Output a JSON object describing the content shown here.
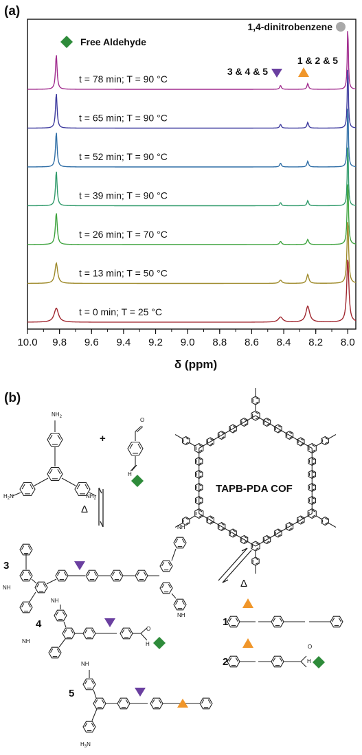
{
  "panel_a": {
    "label": "(a)",
    "annotations": {
      "free_aldehyde": "Free Aldehyde",
      "dinitrobenzene": "1,4-dinitrobenzene",
      "peak_345": "3 & 4 & 5",
      "peak_125": "1 & 2 & 5"
    },
    "marker_colors": {
      "aldehyde": "#2e8b3a",
      "imine_345": "#6a3fa0",
      "imine_125": "#f0962a",
      "standard": "#a9a9a9"
    }
  },
  "chart_data": {
    "type": "line",
    "xlabel": "δ (ppm)",
    "ylabel": "",
    "xlim": [
      10.0,
      7.95
    ],
    "x_reversed": true,
    "x_ticks": [
      "10.0",
      "9.8",
      "9.6",
      "9.4",
      "9.2",
      "9.0",
      "8.8",
      "8.6",
      "8.4",
      "8.2",
      "8.0"
    ],
    "grid": false,
    "peaks_ppm": {
      "aldehyde": 9.82,
      "imine_345": 8.42,
      "imine_125": 8.25,
      "standard": 8.0
    },
    "series": [
      {
        "name": "t = 78 min; T = 90 °C",
        "color": "#a12c8e",
        "peak_heights": [
          0.55,
          0.06,
          0.09,
          1.0
        ],
        "peak_widths": [
          0.006,
          0.006,
          0.006,
          0.004
        ]
      },
      {
        "name": "t = 65 min; T = 90 °C",
        "color": "#3d3a9e",
        "peak_heights": [
          0.55,
          0.06,
          0.09,
          1.0
        ],
        "peak_widths": [
          0.006,
          0.006,
          0.006,
          0.004
        ]
      },
      {
        "name": "t = 52 min; T = 90 °C",
        "color": "#2f6ea6",
        "peak_heights": [
          0.55,
          0.06,
          0.09,
          1.0
        ],
        "peak_widths": [
          0.006,
          0.006,
          0.006,
          0.004
        ]
      },
      {
        "name": "t = 39 min; T = 90 °C",
        "color": "#2f9a6a",
        "peak_heights": [
          0.55,
          0.05,
          0.08,
          1.0
        ],
        "peak_widths": [
          0.006,
          0.006,
          0.006,
          0.004
        ]
      },
      {
        "name": "t = 26 min; T = 70 °C",
        "color": "#3ea33e",
        "peak_heights": [
          0.5,
          0.05,
          0.08,
          1.0
        ],
        "peak_widths": [
          0.007,
          0.007,
          0.007,
          0.005
        ]
      },
      {
        "name": "t = 13 min; T = 50 °C",
        "color": "#9e8a2a",
        "peak_heights": [
          0.32,
          0.05,
          0.14,
          1.0
        ],
        "peak_widths": [
          0.01,
          0.01,
          0.008,
          0.006
        ]
      },
      {
        "name": "t = 0 min; T = 25 °C",
        "color": "#a0262e",
        "peak_heights": [
          0.22,
          0.08,
          0.25,
          1.0
        ],
        "peak_widths": [
          0.016,
          0.016,
          0.014,
          0.008
        ]
      }
    ]
  },
  "panel_b": {
    "label": "(b)",
    "cof_label": "TAPB-PDA COF",
    "heat_symbol": "Δ",
    "plus": "+",
    "nh2": "NH",
    "nh2_sub": "2",
    "h2n": "H",
    "h2n_sub": "2",
    "h2n_n": "N",
    "h3n": "H",
    "h3n_sub": "3",
    "o": "O",
    "h": "H",
    "n": "N",
    "compounds": [
      "1",
      "2",
      "3",
      "4",
      "5"
    ]
  }
}
